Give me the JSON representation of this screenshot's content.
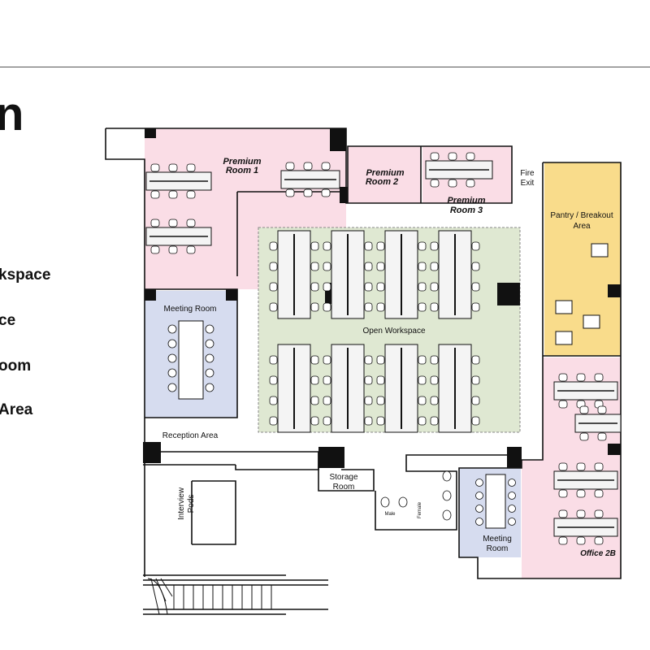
{
  "header": {
    "title_fragment": "n"
  },
  "legend": [
    {
      "label": "kspace",
      "color": "#dfe8d2"
    },
    {
      "label": "ce",
      "color": "#d6dcef"
    },
    {
      "label": "oom",
      "color": "#fadde6"
    },
    {
      "label": "Area",
      "color": "#f9dc8b"
    }
  ],
  "rooms": {
    "premium1": {
      "line1": "Premium",
      "line2": "Room 1"
    },
    "premium2": {
      "line1": "Premium",
      "line2": "Room 2"
    },
    "premium3": {
      "line1": "Premium",
      "line2": "Room 3"
    },
    "fire_exit": {
      "line1": "Fire",
      "line2": "Exit"
    },
    "pantry": {
      "line1": "Pantry / Breakout",
      "line2": "Area"
    },
    "meeting_left": "Meeting Room",
    "open_workspace": "Open Workspace",
    "reception": "Reception Area",
    "interview": {
      "line1": "Interview",
      "line2": "Pods"
    },
    "storage": {
      "line1": "Storage",
      "line2": "Room"
    },
    "male": "Male",
    "female": "Female",
    "meeting_right": {
      "line1": "Meeting",
      "line2": "Room"
    },
    "office2b": "Office 2B"
  },
  "colors": {
    "workspace": "#dfe8d2",
    "meeting": "#d6dcef",
    "premium": "#fadde6",
    "pantry": "#f9dc8b",
    "wall": "#111111"
  }
}
